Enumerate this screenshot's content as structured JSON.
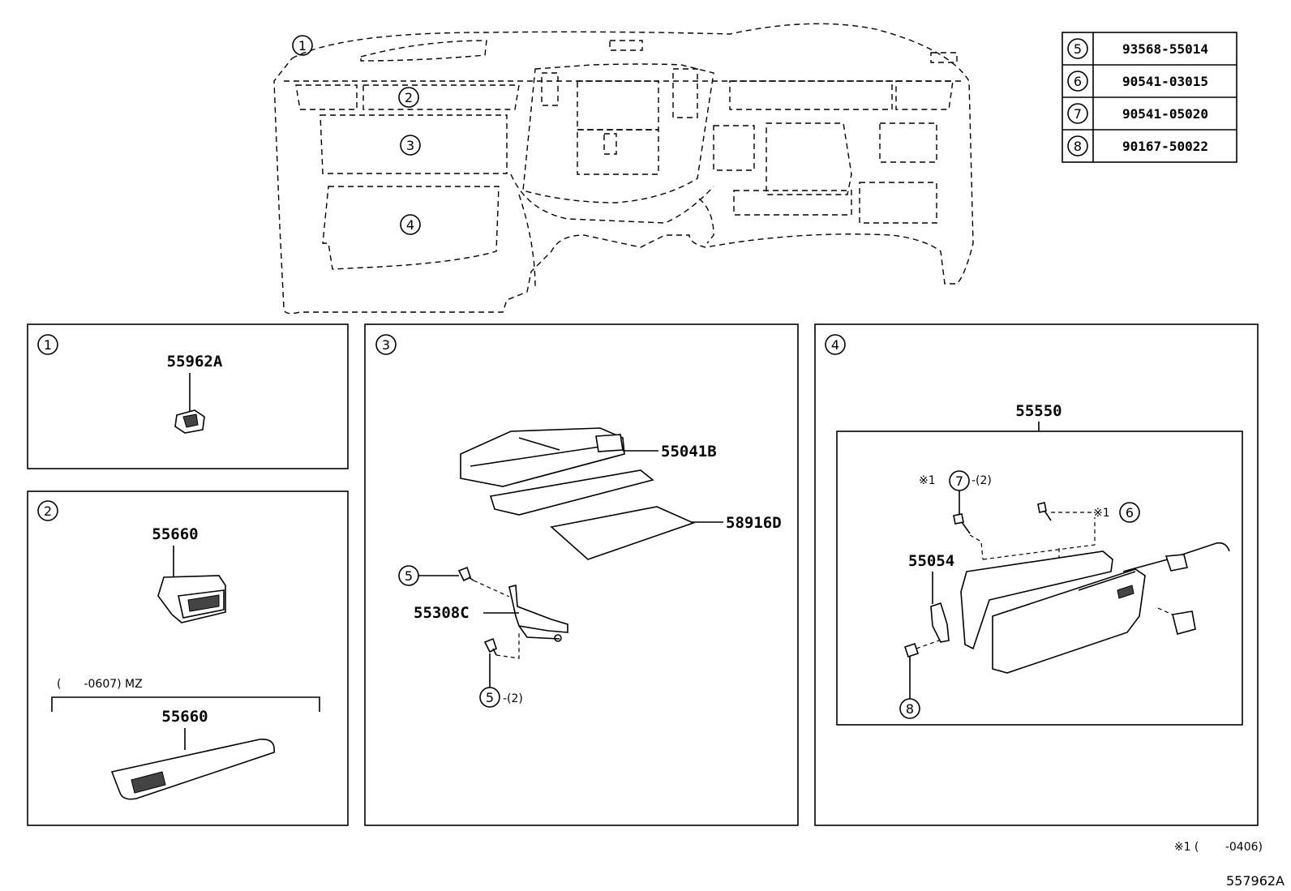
{
  "callouts": {
    "c1": "1",
    "c2": "2",
    "c3": "3",
    "c4": "4",
    "c5": "5",
    "c6": "6",
    "c7": "7",
    "c8": "8"
  },
  "parts_table": [
    {
      "ref": "5",
      "part_no": "93568-55014"
    },
    {
      "ref": "6",
      "part_no": "90541-03015"
    },
    {
      "ref": "7",
      "part_no": "90541-05020"
    },
    {
      "ref": "8",
      "part_no": "90167-50022"
    }
  ],
  "box1": {
    "label": "1",
    "part": "55962A"
  },
  "box2": {
    "label": "2",
    "part_top": "55660",
    "condition": "(　　-0607) MZ",
    "part_bottom": "55660"
  },
  "box3": {
    "label": "3",
    "part_a": "55041B",
    "part_b": "58916D",
    "part_c": "55308C",
    "qty_note": "-(2)"
  },
  "box4": {
    "label": "4",
    "assembly": "55550",
    "part_a": "55054",
    "note_mark": "※1",
    "qty_note": "-(2)"
  },
  "footnote": "※1 (　　 -0406)",
  "diagram_id": "557962A"
}
